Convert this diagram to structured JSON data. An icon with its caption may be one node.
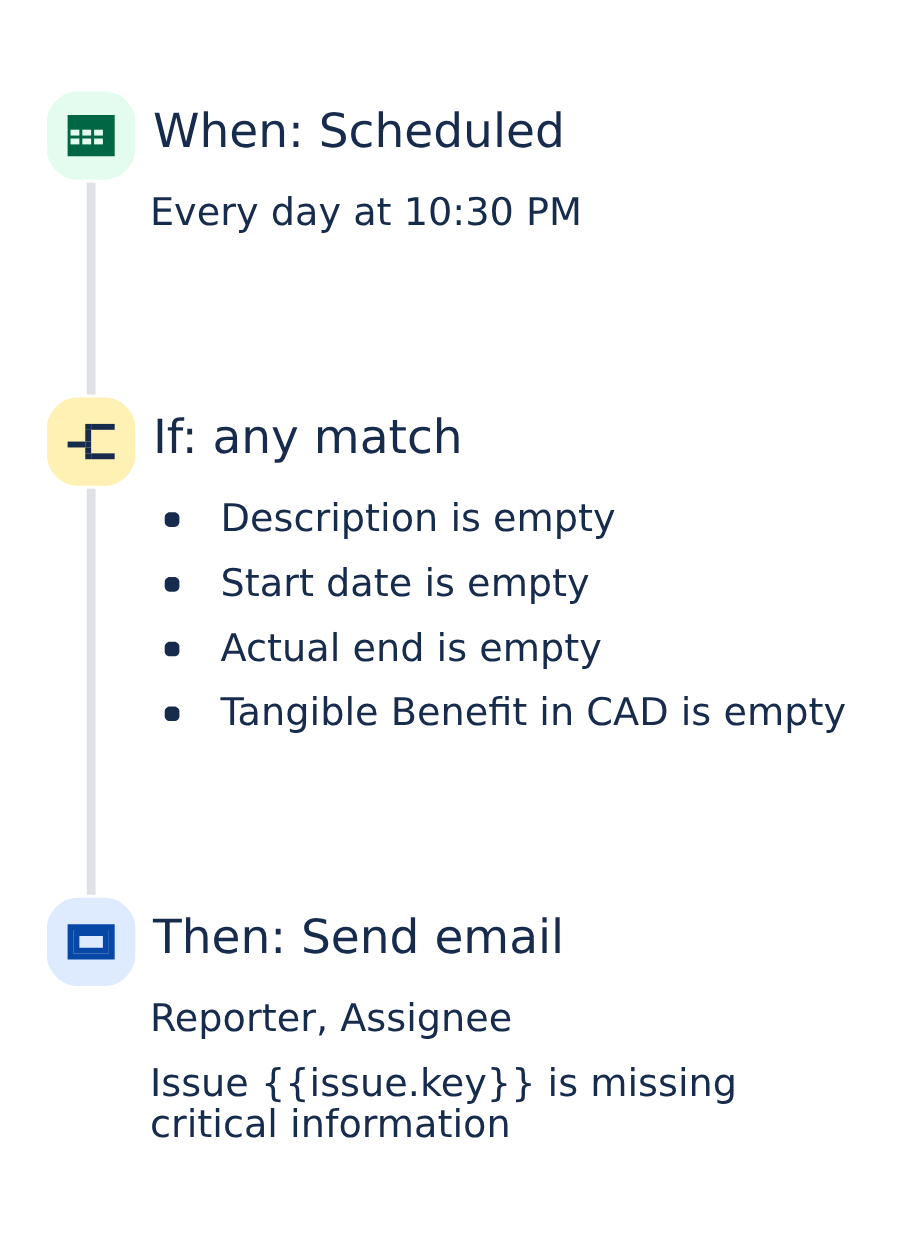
{
  "diagram": {
    "nodes": [
      {
        "text": [
          "When: Scheduled",
          "Every day at 10:30 PM"
        ]
      },
      {
        "text": [
          "If: any match",
          "Description is empty",
          "Start date is empty",
          "Actual end is empty",
          "Tangible Benefit in CAD is empty"
        ]
      },
      {
        "text": [
          "Then: Send email",
          "Reporter, Assignee",
          "Issue {{issue.key}} is missing critical information"
        ]
      }
    ],
    "edges": [
      {
        "from": 0,
        "to": 1,
        "arrow": "none"
      },
      {
        "from": 1,
        "to": 2,
        "arrow": "none"
      }
    ]
  }
}
